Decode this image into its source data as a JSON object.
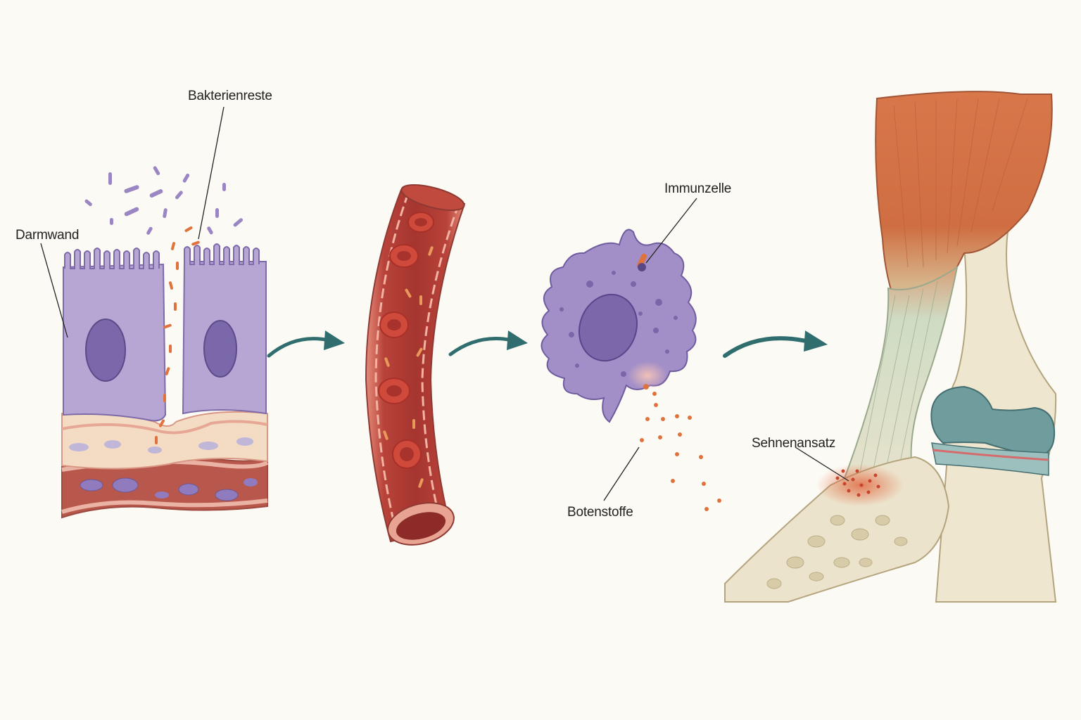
{
  "labels": {
    "bacteria_remnants": "Bakterienreste",
    "intestinal_wall": "Darmwand",
    "immune_cell": "Immunzelle",
    "messengers": "Botenstoffe",
    "tendon_insertion": "Sehnenansatz"
  },
  "colors": {
    "background": "#fcfaf4",
    "epithelium": "#b7a6d3",
    "nucleus": "#7b68ab",
    "blood_vessel": "#b8433a",
    "red_blood_cell": "#d04a3c",
    "immune_cell": "#a38fc8",
    "messenger_dots": "#e0733d",
    "arrow": "#2f6d6e",
    "muscle": "#d8774a",
    "tendon": "#c9d6bf",
    "bone": "#ece3cc",
    "cartilage": "#6f9c9c",
    "inflammation": "#e0643b"
  },
  "icons": [
    "flow-arrow-icon",
    "flow-arrow-icon",
    "flow-arrow-icon"
  ]
}
